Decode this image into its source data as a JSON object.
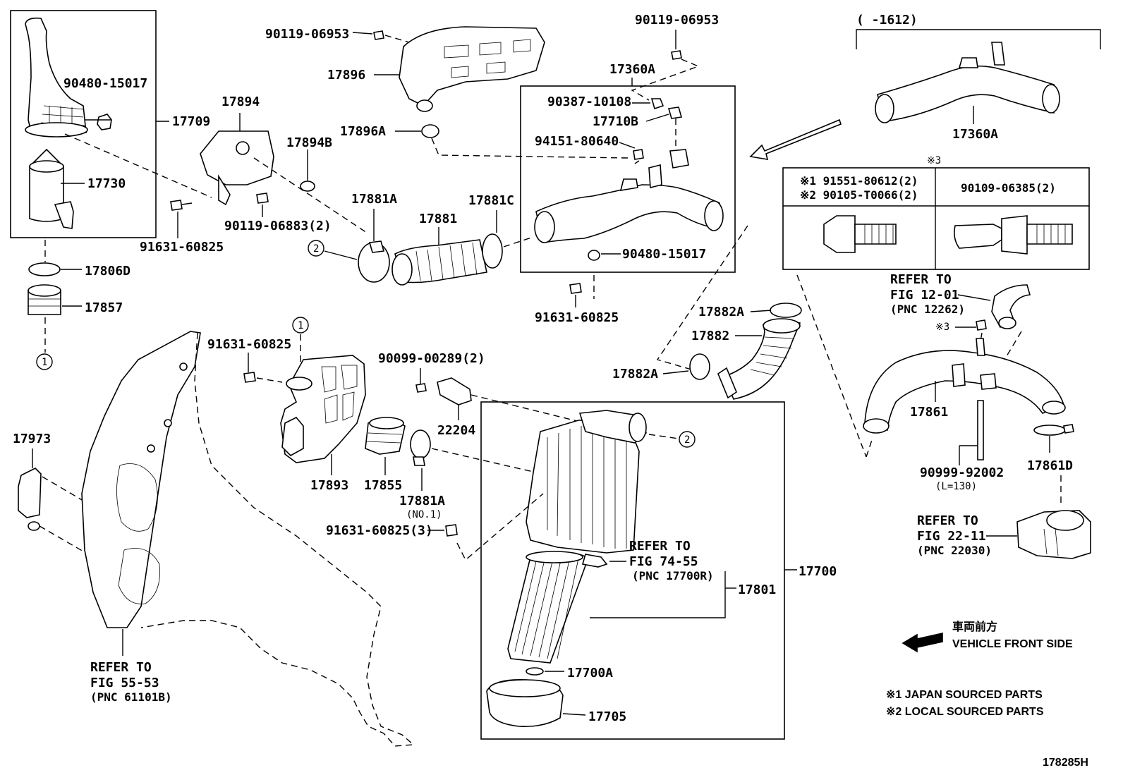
{
  "diagram_id": "178285H",
  "labels": {
    "p17709": "17709",
    "p90480_15017_a": "90480-15017",
    "p17730": "17730",
    "p17806D": "17806D",
    "p17857": "17857",
    "circle1_a": "1",
    "p17894": "17894",
    "p17894B": "17894B",
    "p91631_60825_a": "91631-60825",
    "p90119_06883": "90119-06883(2)",
    "p90119_06953_a": "90119-06953",
    "p17896": "17896",
    "p17896A": "17896A",
    "p17881A_a": "17881A",
    "p17881": "17881",
    "p17881C": "17881C",
    "circle2_a": "2",
    "p90119_06953_b": "90119-06953",
    "p17360A_a": "17360A",
    "p90387_10108": "90387-10108",
    "p17710B": "17710B",
    "p94151_80640": "94151-80640",
    "p90480_15017_b": "90480-15017",
    "p91631_60825_b": "91631-60825",
    "range_label": "(    -1612)",
    "p17360A_b": "17360A",
    "mark3": "※3",
    "bolt_col1_line1": "※1 91551-80612(2)",
    "bolt_col1_line2": "※2 90105-T0066(2)",
    "bolt_col2": "90109-06385(2)",
    "refer_12_line1": "REFER TO",
    "refer_12_line2": "FIG 12-01",
    "refer_12_line3": "(PNC 12262)",
    "mark3_b": "※3",
    "p17882A_a": "17882A",
    "p17882": "17882",
    "p17882A_b": "17882A",
    "p17861": "17861",
    "p90999_92002": "90999-92002",
    "p90999_len": "(L=130)",
    "p17861D": "17861D",
    "refer_22_line1": "REFER TO",
    "refer_22_line2": "FIG 22-11",
    "refer_22_line3": "(PNC 22030)",
    "p17973": "17973",
    "p91631_60825_c": "91631-60825",
    "circle1_b": "1",
    "p90099_00289": "90099-00289(2)",
    "p22204": "22204",
    "circle2_b": "2",
    "p17893": "17893",
    "p17855": "17855",
    "p17881A_b": "17881A",
    "p17881A_no1": "(NO.1)",
    "p91631_60825_3": "91631-60825(3)",
    "refer_74_line1": "REFER TO",
    "refer_74_line2": "FIG 74-55",
    "refer_74_line3": "(PNC 17700R)",
    "p17700": "17700",
    "p17801": "17801",
    "p17700A": "17700A",
    "p17705": "17705",
    "refer_55_line1": "REFER TO",
    "refer_55_line2": "FIG 55-53",
    "refer_55_line3": "(PNC 61101B)",
    "front_jp": "車両前方",
    "front_en": "VEHICLE FRONT SIDE",
    "note1": "※1 JAPAN SOURCED PARTS",
    "note2": "※2 LOCAL SOURCED PARTS",
    "footer_code": "178285H"
  }
}
